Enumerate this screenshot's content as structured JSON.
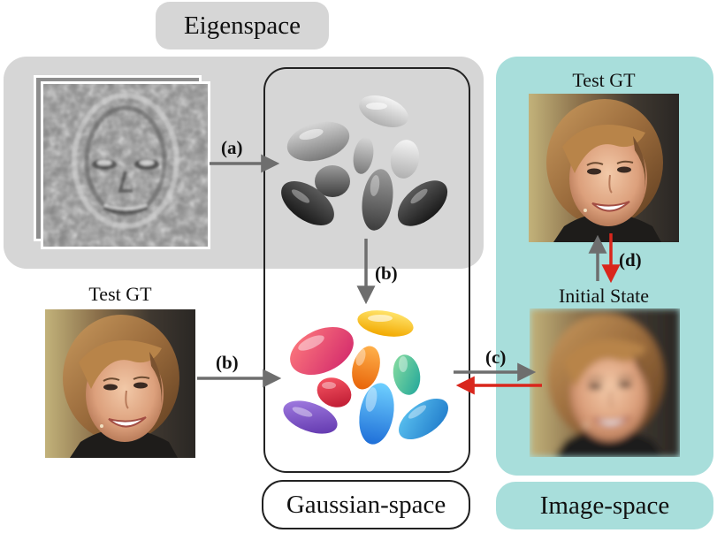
{
  "labels": {
    "eigenspace": "Eigenspace",
    "gaussian_space": "Gaussian-space",
    "image_space": "Image-space",
    "test_gt_left": "Test GT",
    "test_gt_right": "Test GT",
    "initial_state": "Initial State"
  },
  "arrows": {
    "a": "(a)",
    "b_top": "(b)",
    "b_left": "(b)",
    "c": "(c)",
    "d": "(d)"
  },
  "colors": {
    "eigen_panel": "#d6d6d6",
    "image_panel": "#a8dedb",
    "arrow_gray": "#6e6e6e",
    "arrow_red": "#d9261c"
  }
}
